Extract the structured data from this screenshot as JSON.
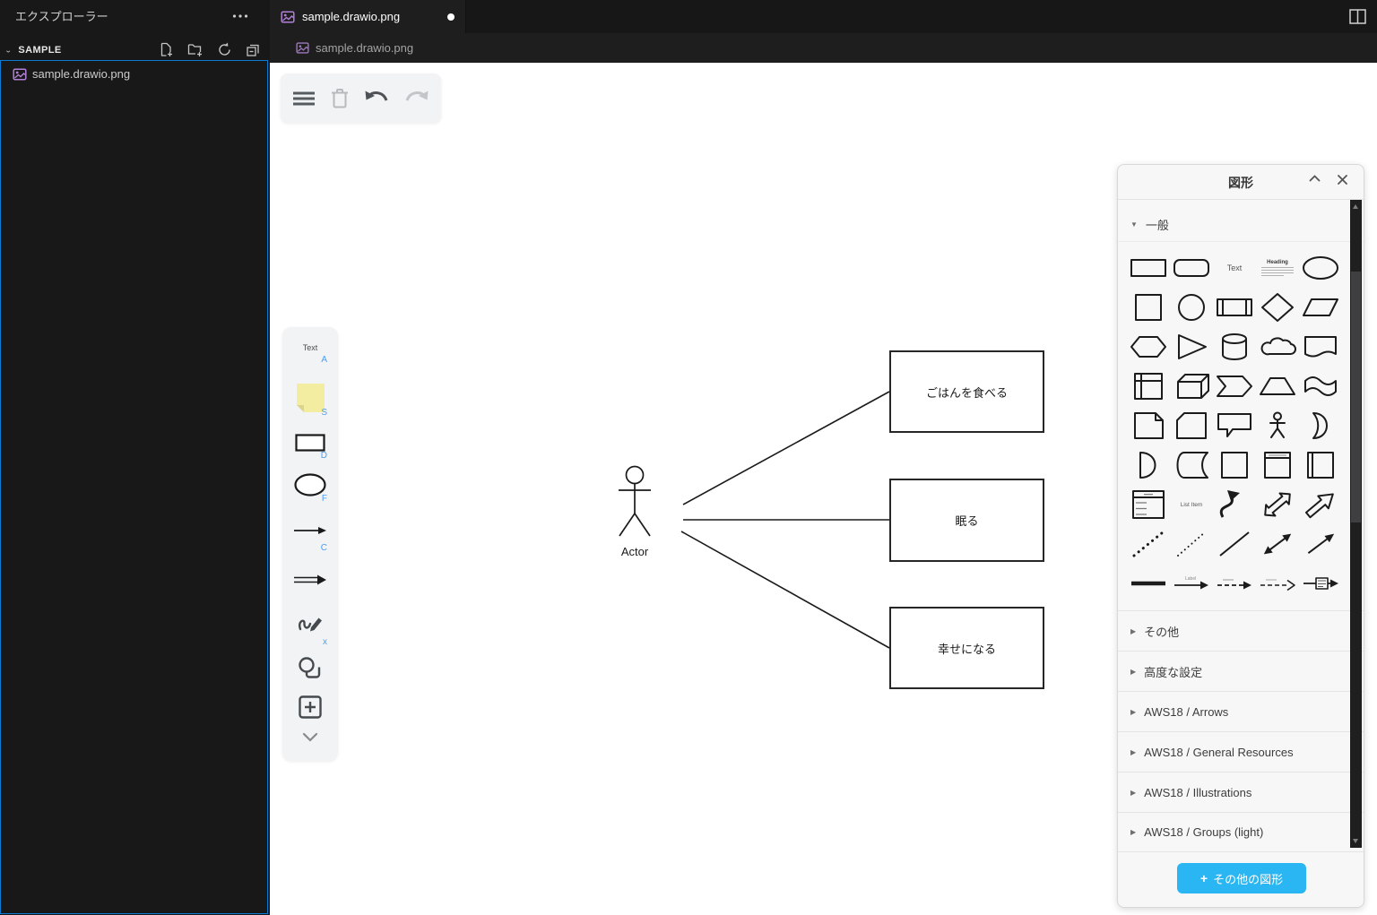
{
  "explorer": {
    "title": "エクスプローラー",
    "section_label": "SAMPLE",
    "file_name": "sample.drawio.png"
  },
  "editor": {
    "tab_label": "sample.drawio.png",
    "breadcrumb": "sample.drawio.png"
  },
  "drawio": {
    "palette": {
      "text_tool_label": "Text",
      "shortcut_a": "A",
      "shortcut_s": "S",
      "shortcut_d": "D",
      "shortcut_f": "F",
      "shortcut_c": "C",
      "shortcut_x": "x"
    },
    "diagram": {
      "actor_label": "Actor",
      "usecases": [
        "ごはんを食べる",
        "眠る",
        "幸せになる"
      ]
    },
    "shapes_panel": {
      "title": "図形",
      "general_section": "一般",
      "sections": [
        "その他",
        "高度な設定",
        "AWS18 / Arrows",
        "AWS18 / General Resources",
        "AWS18 / Illustrations",
        "AWS18 / Groups (light)"
      ],
      "more_shapes_plus": "+",
      "more_shapes_button": "その他の図形",
      "mini_labels": {
        "text": "Text",
        "heading": "Heading",
        "list": "List",
        "list_item": "List Item",
        "label": "Label"
      }
    }
  },
  "colors": {
    "accent_blue": "#29b6f2",
    "focus_border": "#0c7bd6",
    "note_yellow": "#f3eda2",
    "shortcut_blue": "#4a9df8"
  }
}
